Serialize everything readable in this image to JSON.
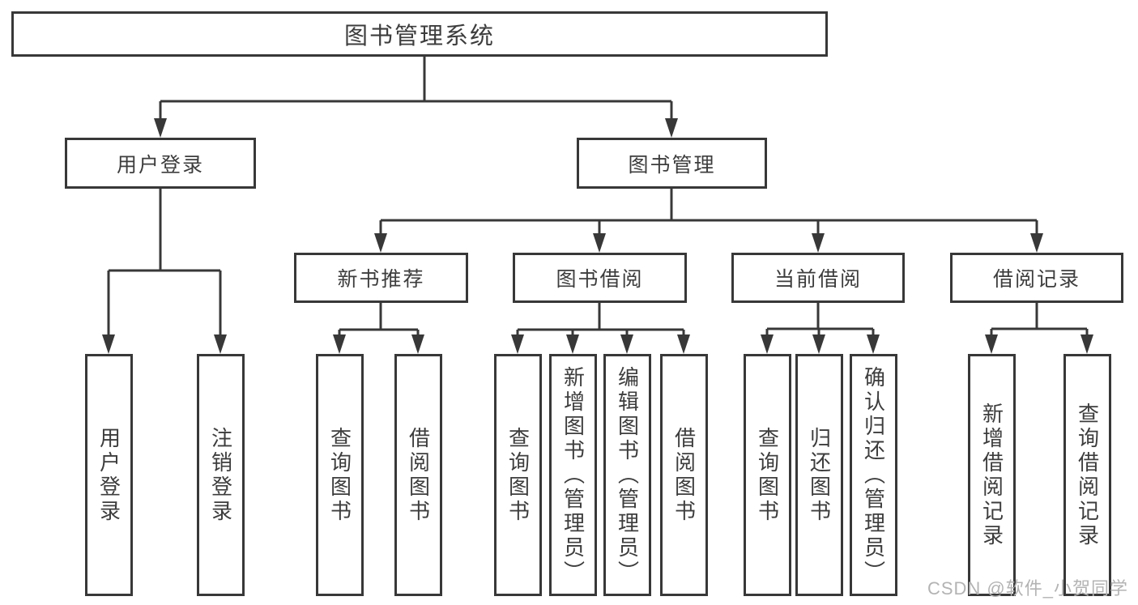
{
  "watermark": "CSDN @软件_小贺同学",
  "colors": {
    "line": "#383838",
    "text": "#3d3d3d",
    "watermark": "#b3b3b3",
    "background": "#ffffff"
  },
  "tree": {
    "root": {
      "label": "图书管理系统",
      "children": [
        {
          "label": "用户登录",
          "children": [
            {
              "label": "用户登录"
            },
            {
              "label": "注销登录"
            }
          ]
        },
        {
          "label": "图书管理",
          "children": [
            {
              "label": "新书推荐",
              "children": [
                {
                  "label": "查询图书"
                },
                {
                  "label": "借阅图书"
                }
              ]
            },
            {
              "label": "图书借阅",
              "children": [
                {
                  "label": "查询图书"
                },
                {
                  "label": "新增图书（管理员）"
                },
                {
                  "label": "编辑图书（管理员）"
                },
                {
                  "label": "借阅图书"
                }
              ]
            },
            {
              "label": "当前借阅",
              "children": [
                {
                  "label": "查询图书"
                },
                {
                  "label": "归还图书"
                },
                {
                  "label": "确认归还（管理员）"
                }
              ]
            },
            {
              "label": "借阅记录",
              "children": [
                {
                  "label": "新增借阅记录"
                },
                {
                  "label": "查询借阅记录"
                }
              ]
            }
          ]
        }
      ]
    }
  }
}
